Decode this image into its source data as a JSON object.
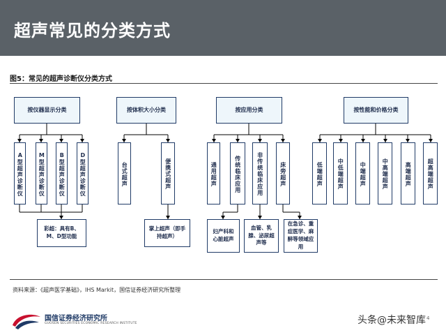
{
  "header": {
    "title": "超声常见的分类方式"
  },
  "figure": {
    "caption": "图5：常见的超声诊断仪分类方式"
  },
  "categories": {
    "display": "按仪器显示分类",
    "size": "按体积大小分类",
    "application": "按应用分类",
    "performance": "按性能和价格分类"
  },
  "display_items": [
    "A型超声诊断仪",
    "M型超声诊断仪",
    "B型超声诊断仪",
    "D型超声诊断仪"
  ],
  "display_note": "彩超：具有B、M、D型功能",
  "size_items": [
    "台式超声",
    "便携式超声"
  ],
  "size_note": "掌上超声（即手持超声）",
  "application_items": [
    "通用超声",
    "传统临床应用",
    "非传统临床应用",
    "床旁超声"
  ],
  "application_notes": [
    "妇产科和心脏超声",
    "血管、乳腺、泌尿超声等",
    "在急诊、重症医学、麻醉等领域应用"
  ],
  "performance_items": [
    "低端超声",
    "中低端超声",
    "中端超声",
    "中高端超声",
    "高端超声",
    "超高端超声"
  ],
  "footer": {
    "source": "资料来源：《超声医学基础》，IHS Markit，国信证券经济研究所整理",
    "logo_cn": "国信证券经济研究所",
    "logo_en": "GUOSEN SECURITIES ECONOMIC RESEARCH INSTITUTE",
    "watermark": "头条@未来智库",
    "page": "4"
  },
  "colors": {
    "header_bg": "#5a6167",
    "box_border": "#1f3a66",
    "category_fill": "#eef6fb",
    "logo_red": "#c8102e"
  }
}
